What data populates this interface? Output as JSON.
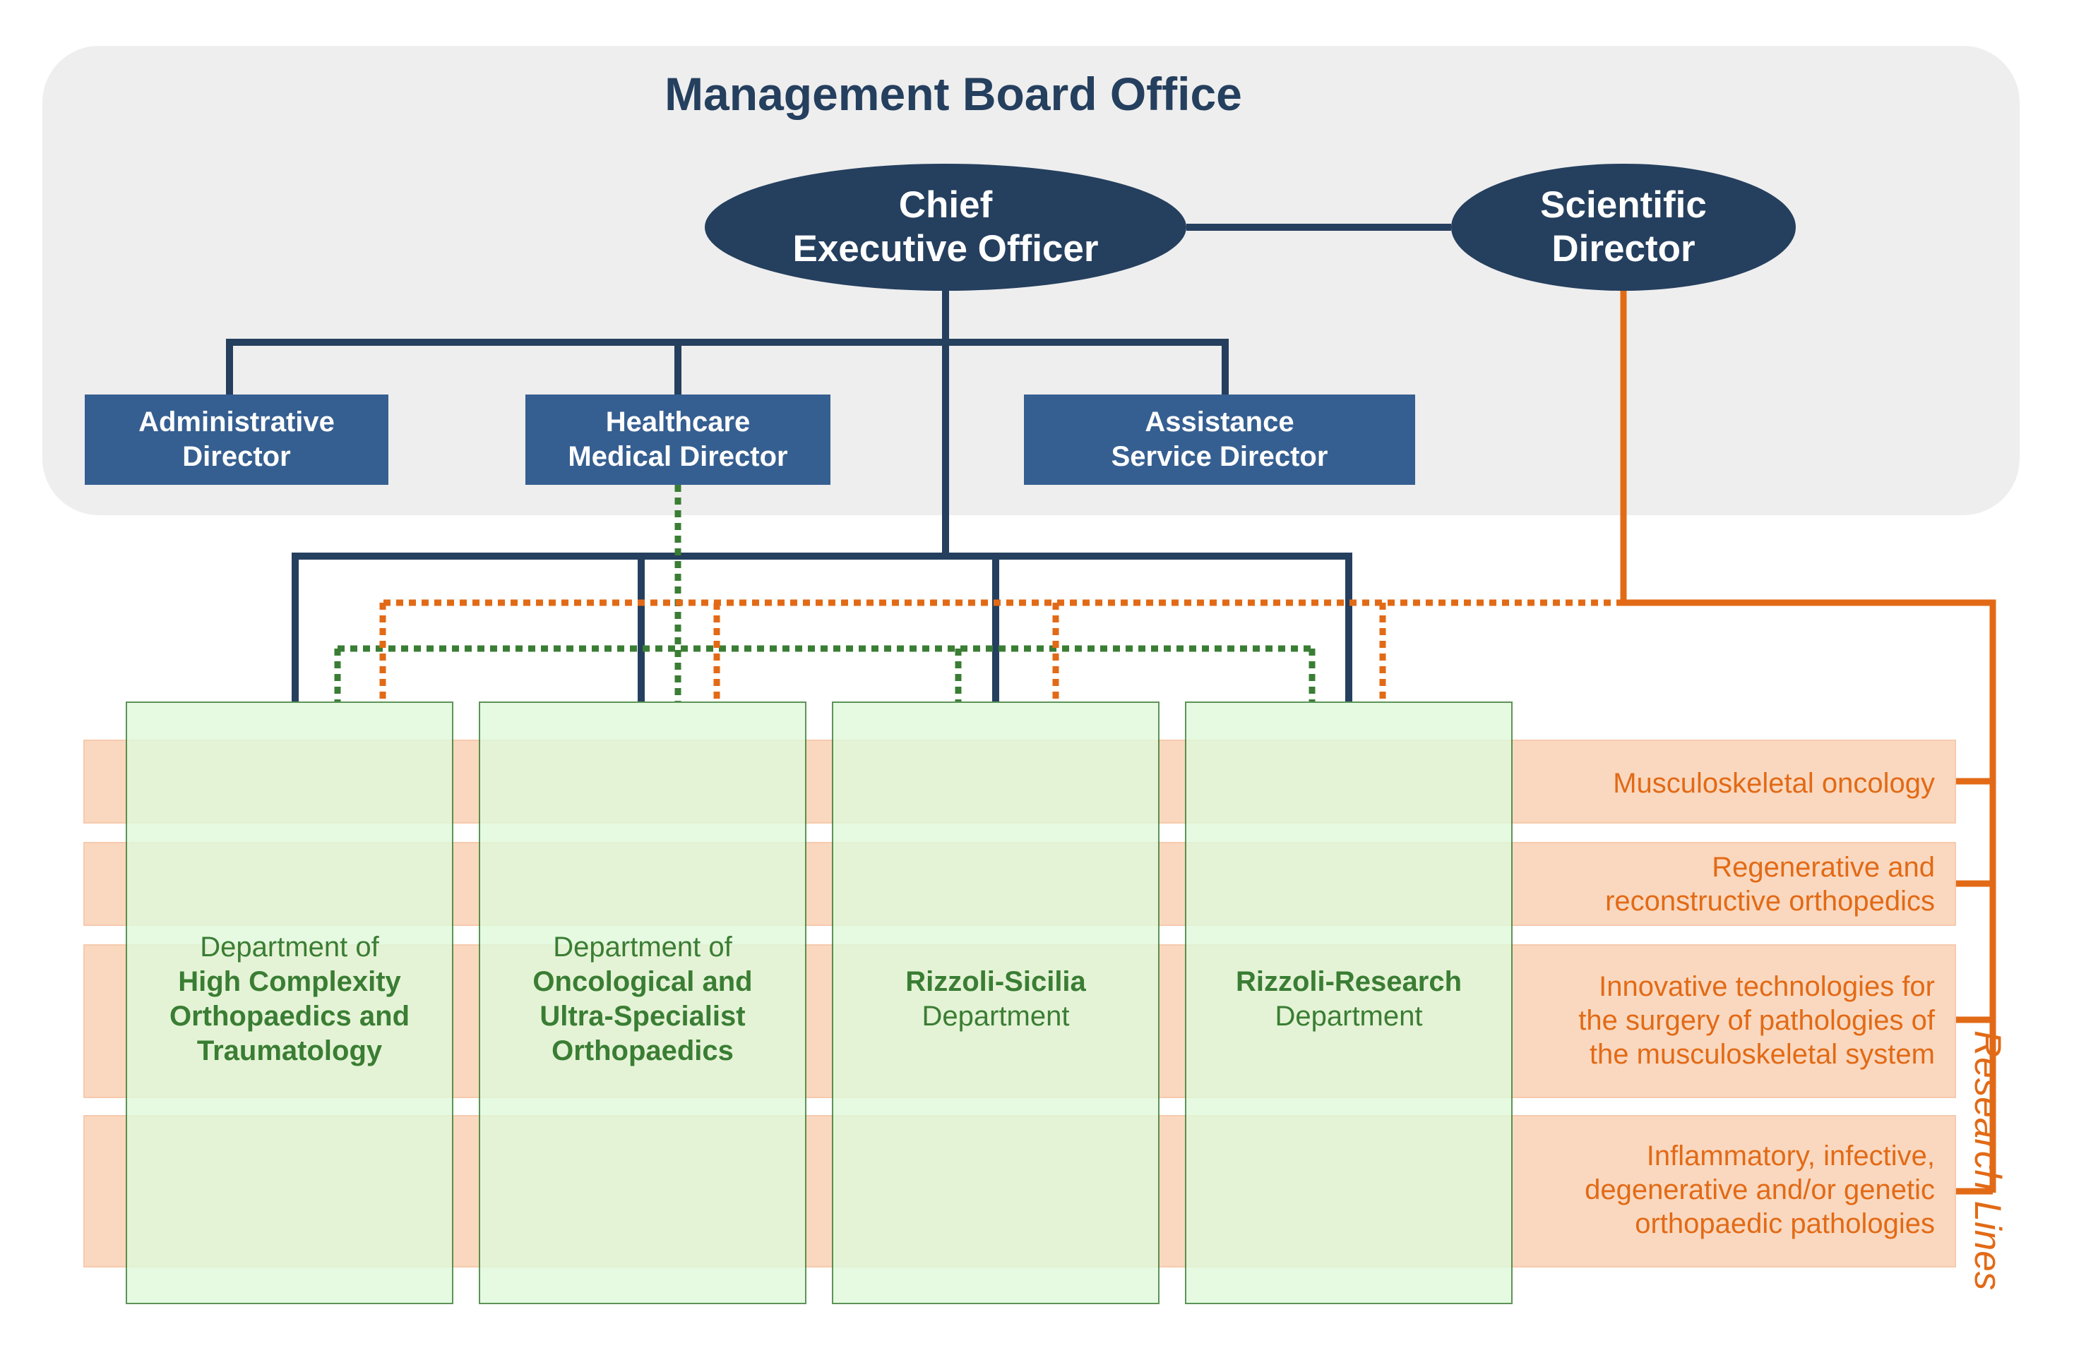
{
  "board": {
    "title": "Management Board Office"
  },
  "executives": {
    "ceo": {
      "line1": "Chief",
      "line2": "Executive Officer"
    },
    "scientific_director": {
      "line1": "Scientific",
      "line2": "Director"
    }
  },
  "directors": [
    {
      "line1": "Administrative",
      "line2": "Director"
    },
    {
      "line1": "Healthcare",
      "line2": "Medical Director"
    },
    {
      "line1": "Assistance",
      "line2": "Service Director"
    }
  ],
  "departments": [
    {
      "prefix": "Department of",
      "name_lines": [
        "High Complexity",
        "Orthopaedics and",
        "Traumatology"
      ],
      "suffix": ""
    },
    {
      "prefix": "Department of",
      "name_lines": [
        "Oncological and",
        "Ultra-Specialist",
        "Orthopaedics"
      ],
      "suffix": ""
    },
    {
      "prefix": "",
      "name_lines": [
        "Rizzoli-Sicilia"
      ],
      "suffix": "Department"
    },
    {
      "prefix": "",
      "name_lines": [
        "Rizzoli-Research"
      ],
      "suffix": "Department"
    }
  ],
  "research": {
    "title": "Research Lines",
    "lines": [
      {
        "text_lines": [
          "Musculoskeletal oncology"
        ]
      },
      {
        "text_lines": [
          "Regenerative and",
          "reconstructive orthopedics"
        ]
      },
      {
        "text_lines": [
          "Innovative technologies for",
          "the surgery of pathologies of",
          "the musculoskeletal system"
        ]
      },
      {
        "text_lines": [
          "Inflammatory, infective,",
          "degenerative and/or genetic",
          "orthopaedic pathologies"
        ]
      }
    ]
  },
  "colors": {
    "navy": "#253f5e",
    "director_blue": "#365f91",
    "orange": "#e26a16",
    "green": "#3a7d34",
    "panel_gray": "#eeeeee"
  }
}
